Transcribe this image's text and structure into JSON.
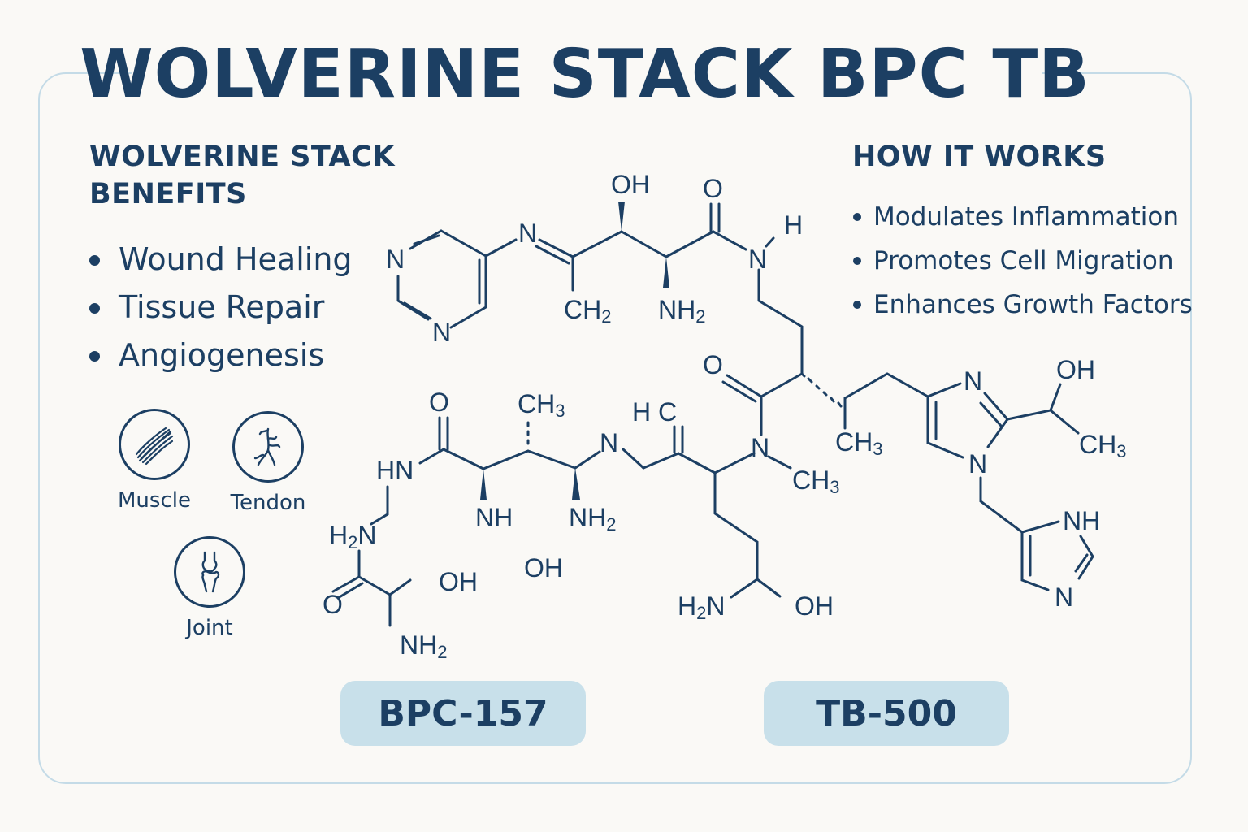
{
  "title": "WOLVERINE STACK BPC TB",
  "benefits": {
    "heading": "WOLVERINE STACK BENEFITS",
    "items": [
      "Wound Healing",
      "Tissue Repair",
      "Angiogenesis"
    ]
  },
  "how_it_works": {
    "heading": "HOW IT WORKS",
    "items": [
      "Modulates Inflammation",
      "Promotes Cell Migration",
      "Enhances Growth Factors"
    ]
  },
  "icons": [
    {
      "name": "muscle-icon",
      "label": "Muscle"
    },
    {
      "name": "tendon-icon",
      "label": "Tendon"
    },
    {
      "name": "joint-icon",
      "label": "Joint"
    }
  ],
  "molecule_labels": {
    "n1": "N",
    "n2": "N",
    "n_imine": "N",
    "oh_top": "OH",
    "o_top": "O",
    "nh_top": "N",
    "h_top": "H",
    "ch2": "CH",
    "ch2_sub": "2",
    "nh2_top": "NH",
    "nh2_top_sub": "2",
    "o_mid": "O",
    "n_methyl": "N",
    "ch3_nme": "CH",
    "ch3_sub": "3",
    "ch3_branch": "CH",
    "n_imid1": "N",
    "n_imid2": "N",
    "oh_right": "OH",
    "ch3_right": "CH",
    "nh_imid": "NH",
    "n_imid3": "N",
    "o_left": "O",
    "ch3_left": "CH",
    "hn_left": "HN",
    "nh_left": "NH",
    "nh2_mid": "NH",
    "n_mid": "N",
    "hc": "H C",
    "h2n_left": "H",
    "h2n_left_n": "N",
    "oh_free": "OH",
    "o_bottom": "O",
    "oh_bottom": "OH",
    "nh2_bottom": "NH",
    "h2n_right": "H",
    "h2n_right_n": "N",
    "oh_right_bottom": "OH"
  },
  "pills": {
    "bpc": "BPC-157",
    "tb": "TB-500"
  },
  "colors": {
    "primary": "#1c3f63",
    "frame": "#c4dbe7",
    "pill_bg": "#c8e0ea",
    "background": "#faf9f6"
  }
}
